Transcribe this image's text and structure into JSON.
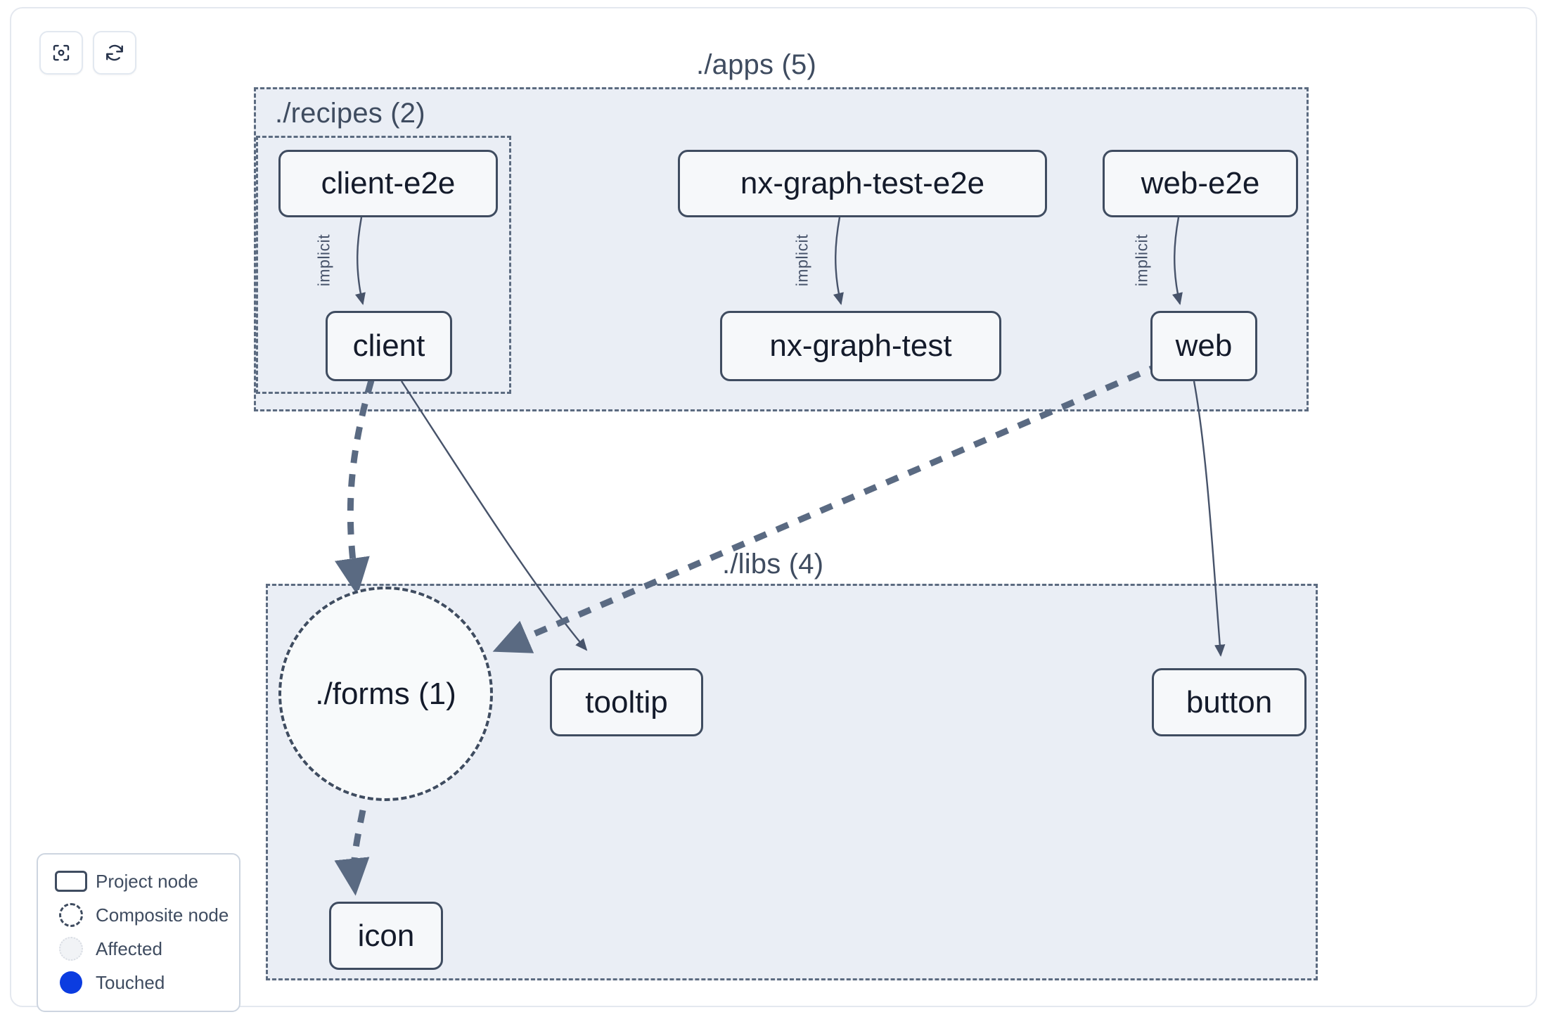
{
  "toolbar": {
    "buttons": [
      {
        "name": "focus-graph-button",
        "icon": "focus-target-icon",
        "label": ""
      },
      {
        "name": "refresh-graph-button",
        "icon": "refresh-sync-icon",
        "label": ""
      }
    ]
  },
  "graph": {
    "groups": [
      {
        "id": "apps",
        "label": "./apps (5)",
        "count": 5
      },
      {
        "id": "recipes",
        "label": "./recipes (2)",
        "count": 2
      },
      {
        "id": "libs",
        "label": "./libs (4)",
        "count": 4
      }
    ],
    "nodes": [
      {
        "id": "client-e2e",
        "label": "client-e2e",
        "type": "project"
      },
      {
        "id": "nx-graph-test-e2e",
        "label": "nx-graph-test-e2e",
        "type": "project"
      },
      {
        "id": "web-e2e",
        "label": "web-e2e",
        "type": "project"
      },
      {
        "id": "client",
        "label": "client",
        "type": "project"
      },
      {
        "id": "nx-graph-test",
        "label": "nx-graph-test",
        "type": "project"
      },
      {
        "id": "web",
        "label": "web",
        "type": "project"
      },
      {
        "id": "forms",
        "label": "./forms (1)",
        "type": "composite"
      },
      {
        "id": "tooltip",
        "label": "tooltip",
        "type": "project"
      },
      {
        "id": "button",
        "label": "button",
        "type": "project"
      },
      {
        "id": "icon",
        "label": "icon",
        "type": "project"
      }
    ],
    "edges": [
      {
        "from": "client-e2e",
        "to": "client",
        "label": "implicit",
        "style": "solid"
      },
      {
        "from": "nx-graph-test-e2e",
        "to": "nx-graph-test",
        "label": "implicit",
        "style": "solid"
      },
      {
        "from": "web-e2e",
        "to": "web",
        "label": "implicit",
        "style": "solid"
      },
      {
        "from": "client",
        "to": "forms",
        "label": "",
        "style": "dashed"
      },
      {
        "from": "client",
        "to": "tooltip",
        "label": "",
        "style": "solid"
      },
      {
        "from": "web",
        "to": "forms",
        "label": "",
        "style": "dashed"
      },
      {
        "from": "web",
        "to": "button",
        "label": "",
        "style": "solid"
      },
      {
        "from": "forms",
        "to": "icon",
        "label": "",
        "style": "dashed"
      }
    ]
  },
  "legend": {
    "items": [
      {
        "swatch": "project-node-swatch",
        "label": "Project node"
      },
      {
        "swatch": "composite-node-swatch",
        "label": "Composite node"
      },
      {
        "swatch": "affected-swatch",
        "label": "Affected"
      },
      {
        "swatch": "touched-swatch",
        "label": "Touched"
      }
    ]
  },
  "colors": {
    "node_border": "#3f4c60",
    "node_fill": "#f6f8fa",
    "group_fill": "#eaeef5",
    "group_border": "#5c6b80",
    "edge": "#47536a",
    "edge_dashed": "#5a6a82",
    "touched": "#0b3ce0",
    "panel_border": "#e4e8ef"
  }
}
